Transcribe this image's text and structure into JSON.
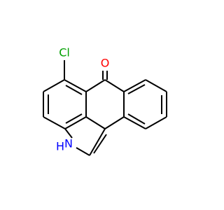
{
  "atoms": {
    "chlorine": {
      "symbol": "Cl",
      "color": "#00a000"
    },
    "oxygen": {
      "symbol": "O",
      "color": "#ff0000"
    },
    "nitrogen": {
      "symbol": "N",
      "color": "#0000ff"
    },
    "nitrogen_hydrogen": {
      "symbol": "H",
      "color": "#0000ff"
    }
  },
  "colors": {
    "bond": "#000000",
    "background": "#ffffff"
  }
}
